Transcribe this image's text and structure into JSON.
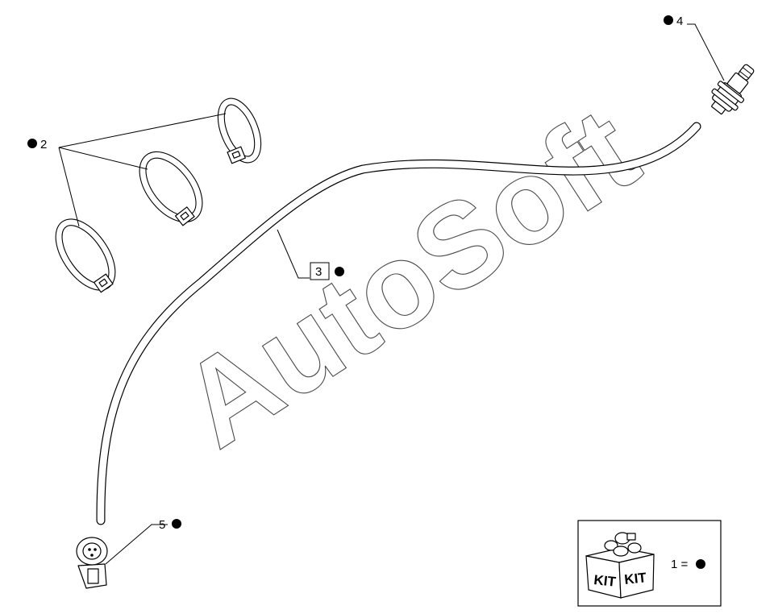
{
  "watermark": "AutoSoft",
  "callouts": [
    {
      "id": "callout-2",
      "number": "2"
    },
    {
      "id": "callout-3",
      "number": "3"
    },
    {
      "id": "callout-4",
      "number": "4"
    },
    {
      "id": "callout-5",
      "number": "5"
    }
  ],
  "kit_box": {
    "label_left": "KIT",
    "label_right": "KIT",
    "legend": "1 ="
  }
}
